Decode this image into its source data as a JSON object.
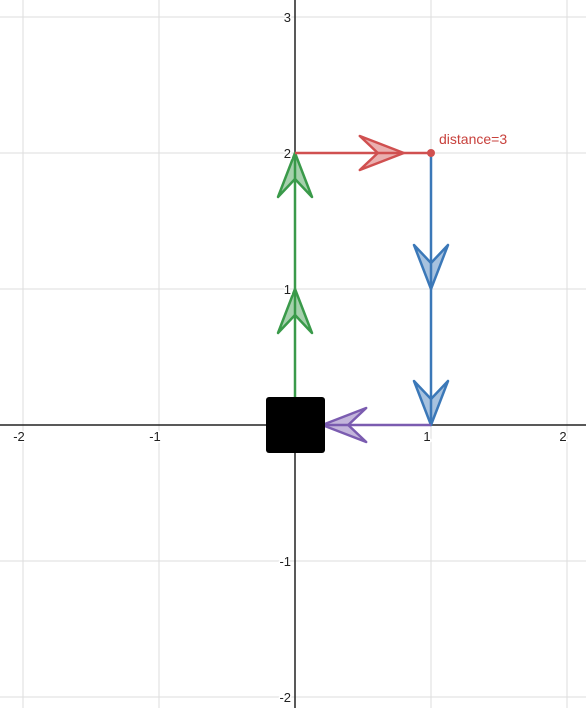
{
  "graph": {
    "x_range": [
      -2.2,
      2.15
    ],
    "y_range": [
      -2.05,
      3.1
    ],
    "x_ticks": [
      {
        "value": -2,
        "label": "-2"
      },
      {
        "value": -1,
        "label": "-1"
      },
      {
        "value": 1,
        "label": "1"
      },
      {
        "value": 2,
        "label": "2"
      }
    ],
    "y_ticks": [
      {
        "value": -2,
        "label": "-2"
      },
      {
        "value": -1,
        "label": "-1"
      },
      {
        "value": 1,
        "label": "1"
      },
      {
        "value": 2,
        "label": "2"
      },
      {
        "value": 3,
        "label": "3"
      }
    ],
    "grid": true,
    "grid_color": "#dddddd",
    "axis_color": "#222222"
  },
  "paths": [
    {
      "id": "green-up",
      "color": "#3a9a4a",
      "from": [
        0,
        0
      ],
      "to": [
        0,
        2
      ],
      "arrowheads_at_y": [
        1,
        2
      ]
    },
    {
      "id": "red-right",
      "color": "#d05050",
      "from": [
        0,
        2
      ],
      "to": [
        1,
        2
      ],
      "arrowheads_at_x": [
        0.8
      ]
    },
    {
      "id": "blue-down",
      "color": "#3b78b8",
      "from": [
        1,
        2
      ],
      "to": [
        1,
        0
      ],
      "arrowheads_at_y": [
        1,
        0
      ]
    },
    {
      "id": "purple-left",
      "color": "#7b5cb0",
      "from": [
        1,
        0
      ],
      "to": [
        0.22,
        0
      ],
      "arrowheads_at_x": [
        0.2
      ]
    }
  ],
  "point": {
    "x": 1,
    "y": 2,
    "color": "#d05050"
  },
  "annotation": {
    "text": "distance=3",
    "x": 1,
    "y": 2,
    "color": "#c8413c"
  },
  "robot": {
    "x": 0,
    "y": 0,
    "color": "#000000"
  }
}
